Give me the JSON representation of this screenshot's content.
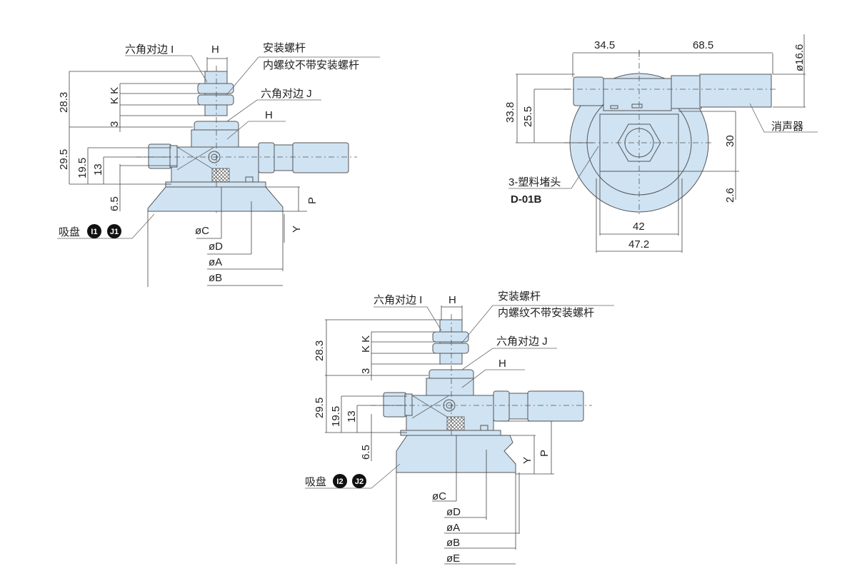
{
  "colors": {
    "part_fill": "#cfe3f3",
    "line": "#555555",
    "text": "#222222"
  },
  "view1": {
    "hex_i": "六角对边 I",
    "h_top": "H",
    "mount_stud": "安装螺杆",
    "no_stud": "内螺纹不带安装螺杆",
    "hex_j": "六角对边 J",
    "h_side": "H",
    "dim_28_3": "28.3",
    "dim_kk": "K K",
    "dim_3": "3",
    "dim_29_5": "29.5",
    "dim_19_5": "19.5",
    "dim_13": "13",
    "dim_6_5": "6.5",
    "dim_p": "P",
    "dim_y": "Y",
    "cup_label": "吸盘",
    "badge_i": "I1",
    "badge_j": "J1",
    "dia_c": "øC",
    "dia_d": "øD",
    "dia_a": "øA",
    "dia_b": "øB"
  },
  "top_view": {
    "dim_34_5": "34.5",
    "dim_68_5": "68.5",
    "dim_16_6": "ø16.6",
    "dim_33_8": "33.8",
    "dim_25_5": "25.5",
    "dim_30": "30",
    "dim_2_6": "2.6",
    "dim_42": "42",
    "dim_47_2": "47.2",
    "silencer": "消声器",
    "plug": "3-塑料堵头",
    "plug_model": "D-01B"
  },
  "view2": {
    "hex_i": "六角对边 I",
    "h_top": "H",
    "mount_stud": "安装螺杆",
    "no_stud": "内螺纹不带安装螺杆",
    "hex_j": "六角对边 J",
    "h_side": "H",
    "dim_28_3": "28.3",
    "dim_kk": "K K",
    "dim_3": "3",
    "dim_29_5": "29.5",
    "dim_19_5": "19.5",
    "dim_13": "13",
    "dim_6_5": "6.5",
    "dim_p": "P",
    "dim_y": "Y",
    "cup_label": "吸盘",
    "badge_i": "I2",
    "badge_j": "J2",
    "dia_c": "øC",
    "dia_d": "øD",
    "dia_a": "øA",
    "dia_b": "øB",
    "dia_e": "øE"
  }
}
